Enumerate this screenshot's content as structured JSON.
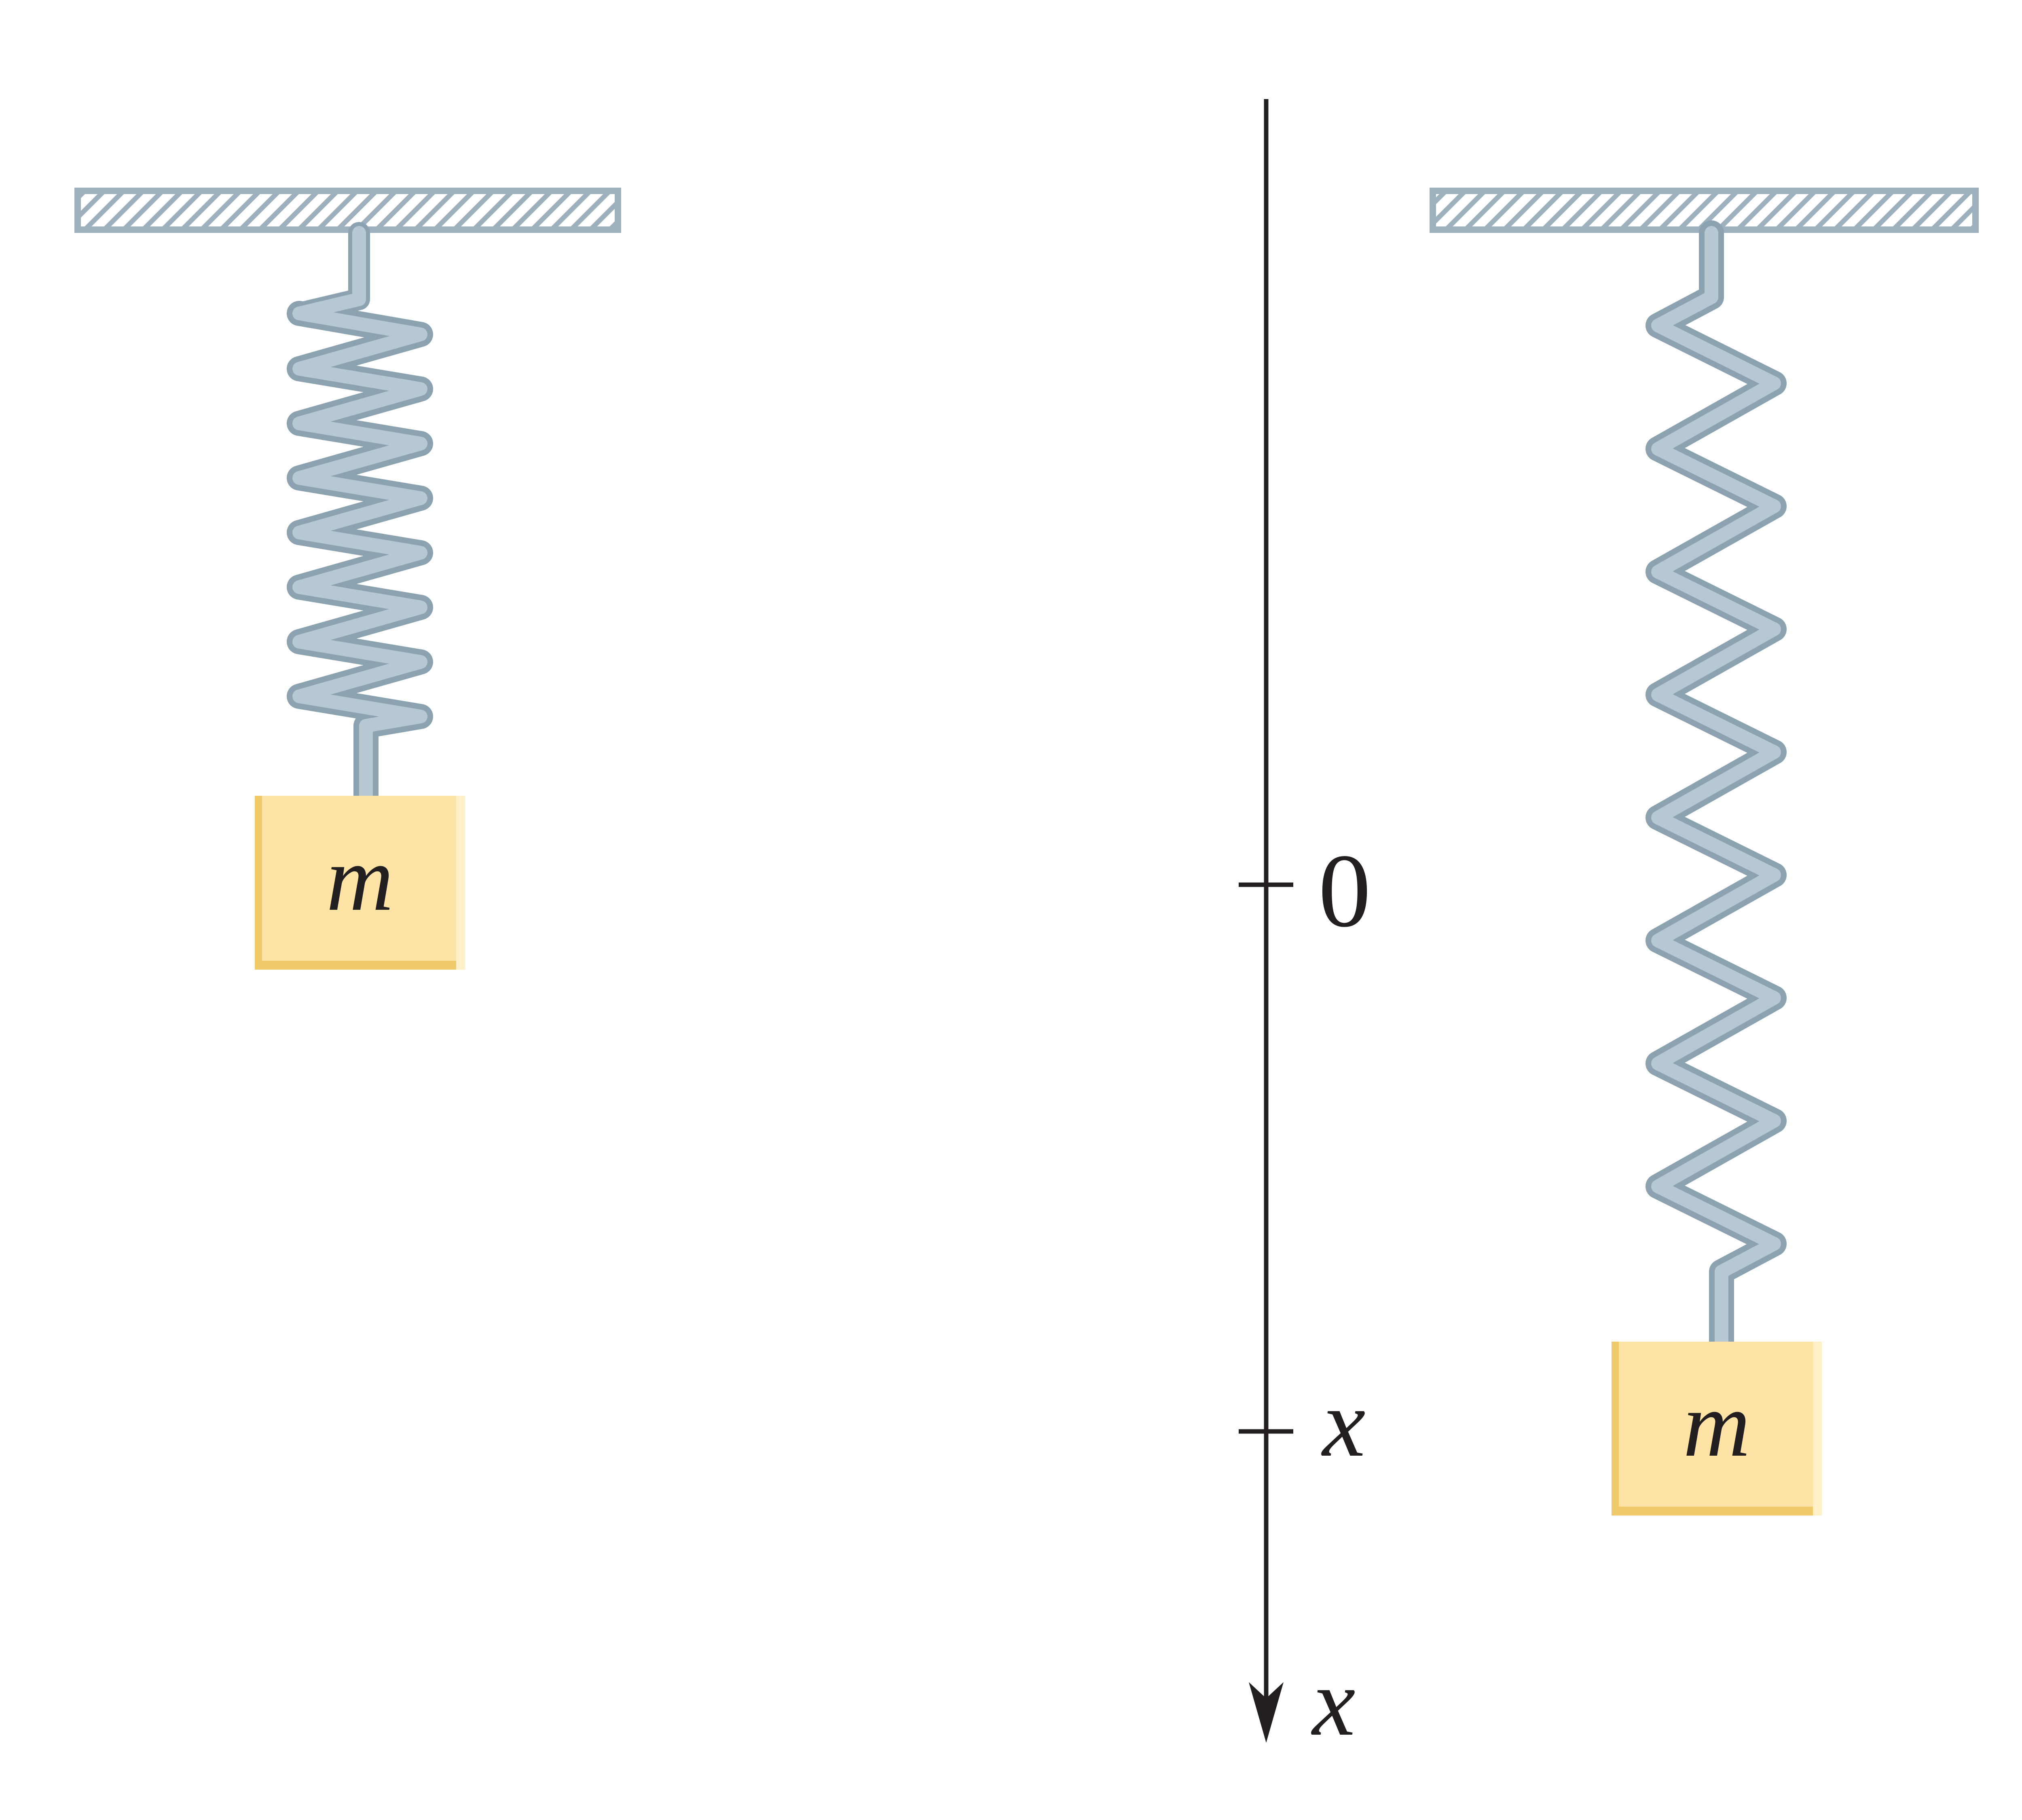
{
  "diagram": {
    "left_system": {
      "mass_label": "m",
      "spring_state": "compressed"
    },
    "right_system": {
      "mass_label": "m",
      "spring_state": "stretched"
    },
    "axis": {
      "origin_label": "0",
      "position_label": "x",
      "axis_label": "x",
      "direction": "downward"
    },
    "colors": {
      "spring": "#a7bbc7",
      "spring_back": "#8ba2b1",
      "ceiling": "#9cb0bd",
      "mass_fill": "#fde3a5",
      "mass_edge": "#f0c96b",
      "axis": "#231f20"
    }
  }
}
